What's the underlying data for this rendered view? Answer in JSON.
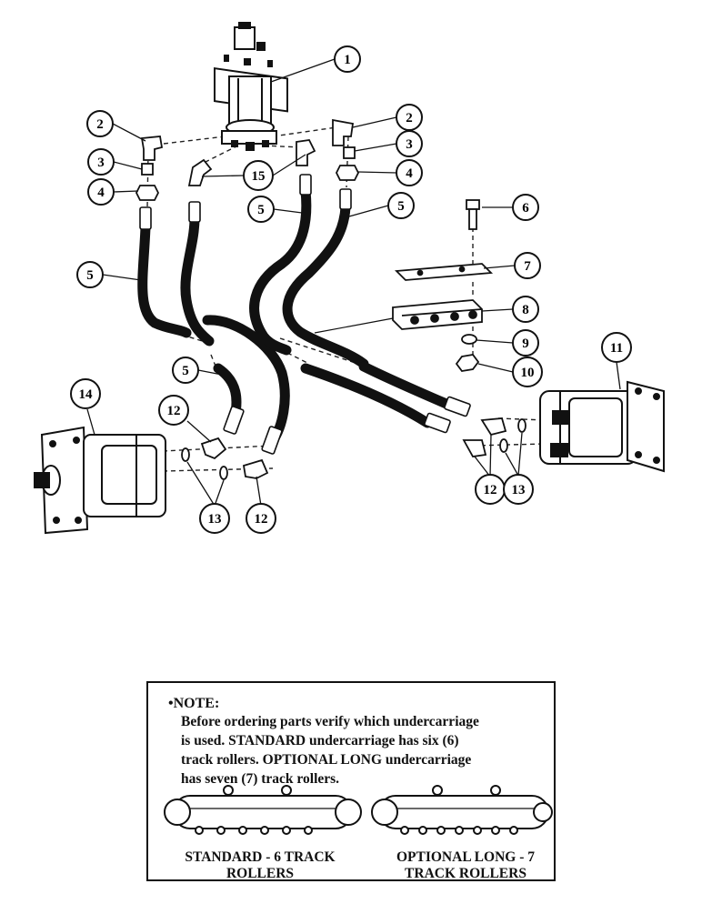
{
  "callouts": [
    {
      "num": "1"
    },
    {
      "num": "2"
    },
    {
      "num": "2"
    },
    {
      "num": "3"
    },
    {
      "num": "3"
    },
    {
      "num": "4"
    },
    {
      "num": "4"
    },
    {
      "num": "15"
    },
    {
      "num": "5"
    },
    {
      "num": "5"
    },
    {
      "num": "5"
    },
    {
      "num": "5"
    },
    {
      "num": "6"
    },
    {
      "num": "7"
    },
    {
      "num": "8"
    },
    {
      "num": "9"
    },
    {
      "num": "10"
    },
    {
      "num": "11"
    },
    {
      "num": "14"
    },
    {
      "num": "12"
    },
    {
      "num": "12"
    },
    {
      "num": "12"
    },
    {
      "num": "13"
    },
    {
      "num": "13"
    }
  ],
  "note": {
    "heading": "•NOTE:",
    "lines": [
      "Before ordering parts verify which undercarriage",
      "is used. STANDARD undercarriage has six (6)",
      "track rollers. OPTIONAL LONG undercarriage",
      "has seven (7) track rollers."
    ],
    "standard_caption": [
      "STANDARD - 6 TRACK",
      "ROLLERS"
    ],
    "long_caption": [
      "OPTIONAL LONG - 7",
      "TRACK ROLLERS"
    ]
  }
}
